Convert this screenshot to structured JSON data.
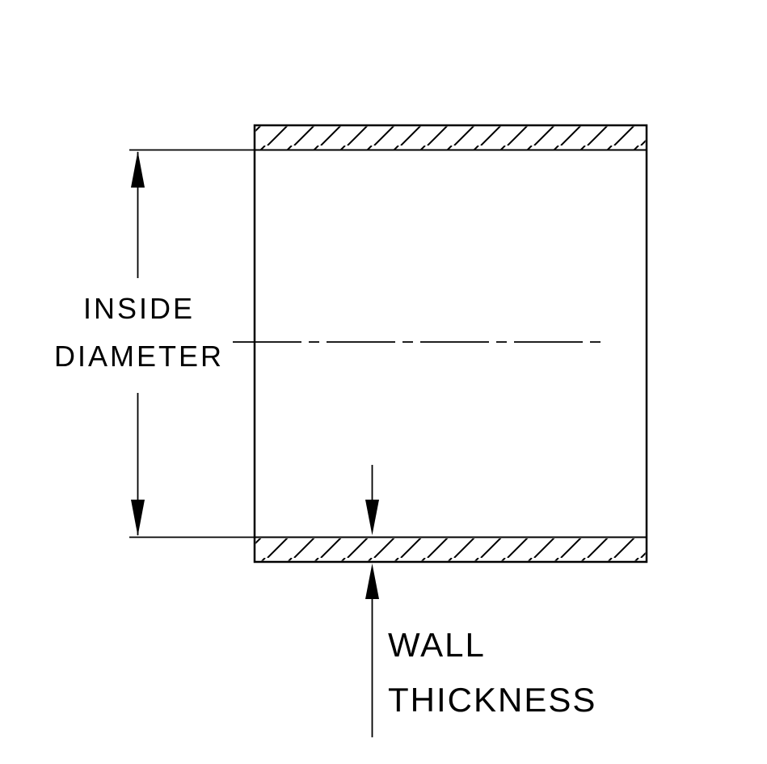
{
  "diagram": {
    "title": "hose-coupler-cross-section",
    "colors": {
      "line": "#000000",
      "background": "#ffffff"
    },
    "labels": {
      "inside_diameter_line1": "INSIDE",
      "inside_diameter_line2": "DIAMETER",
      "wall_thickness_line1": "WALL",
      "wall_thickness_line2": "THICKNESS"
    }
  }
}
